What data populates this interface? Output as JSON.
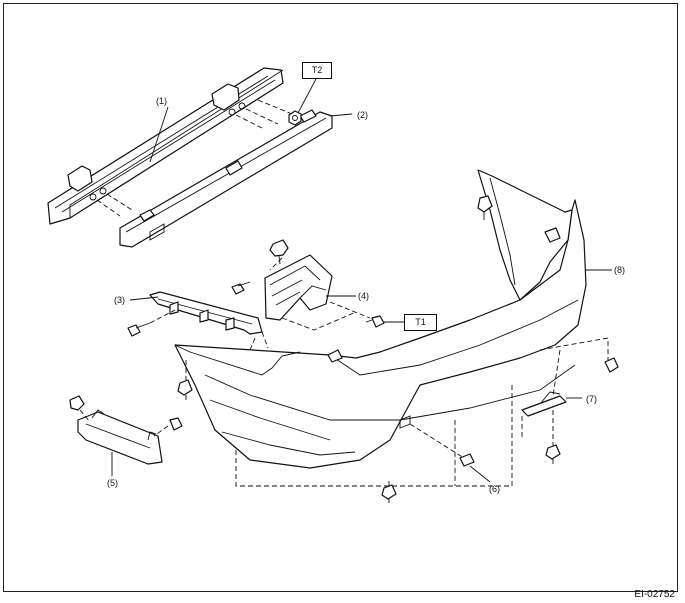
{
  "callouts": {
    "p1": "(1)",
    "p2": "(2)",
    "p3": "(3)",
    "p4": "(4)",
    "p5": "(5)",
    "p6": "(6)",
    "p7": "(7)",
    "p8": "(8)"
  },
  "torque_refs": {
    "t1": "T1",
    "t2": "T2"
  },
  "figure_id": "EI-02752"
}
